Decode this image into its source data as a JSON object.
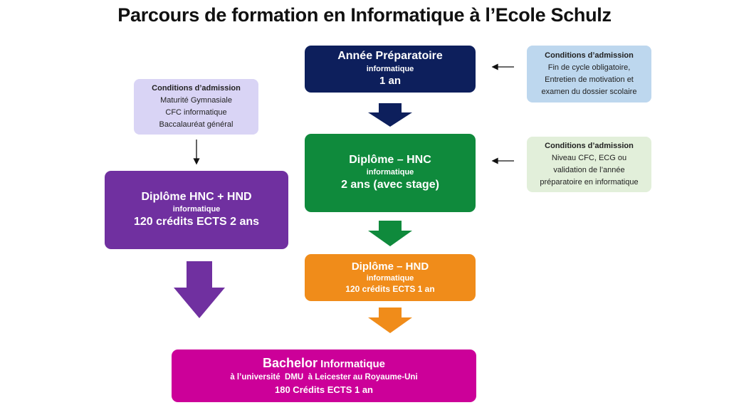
{
  "title": "Parcours de formation en Informatique  à l’Ecole Schulz",
  "colors": {
    "navy": "#0d1f5c",
    "green": "#0f8a3c",
    "purple": "#7030a0",
    "orange": "#f08c1a",
    "magenta": "#cc0099",
    "cond_blue": "#bdd7ee",
    "cond_green": "#e2efda",
    "cond_lavender": "#d9d4f5"
  },
  "prep": {
    "main": "Année Préparatoire",
    "sub": "informatique",
    "third": "1 an"
  },
  "hnc": {
    "main": "Diplôme – HNC",
    "sub": "informatique",
    "third": "2 ans (avec stage)"
  },
  "hncd": {
    "main": "Diplôme HNC + HND",
    "sub": "informatique",
    "third": "120 crédits ECTS 2 ans"
  },
  "hnd": {
    "main": "Diplôme – HND",
    "sub": "informatique",
    "third": "120 crédits ECTS 1 an"
  },
  "bachelor": {
    "main_a": "Bachelor",
    "main_b": " Informatique",
    "sub": "à l’université  DMU  à Leicester au Royaume-Uni",
    "third": "180 Crédits ECTS 1 an"
  },
  "cond_prep": {
    "title": "Conditions d’admission",
    "lines": [
      "Fin de cycle obligatoire,",
      "Entretien de motivation et",
      "examen du dossier scolaire"
    ]
  },
  "cond_hnc": {
    "title": "Conditions d’admission",
    "lines": [
      "Niveau CFC, ECG ou",
      "validation de l’année",
      "préparatoire en informatique"
    ]
  },
  "cond_hncd": {
    "title": "Conditions d’admission",
    "lines": [
      "Maturité Gymnasiale",
      "CFC informatique",
      "Baccalauréat général"
    ]
  }
}
